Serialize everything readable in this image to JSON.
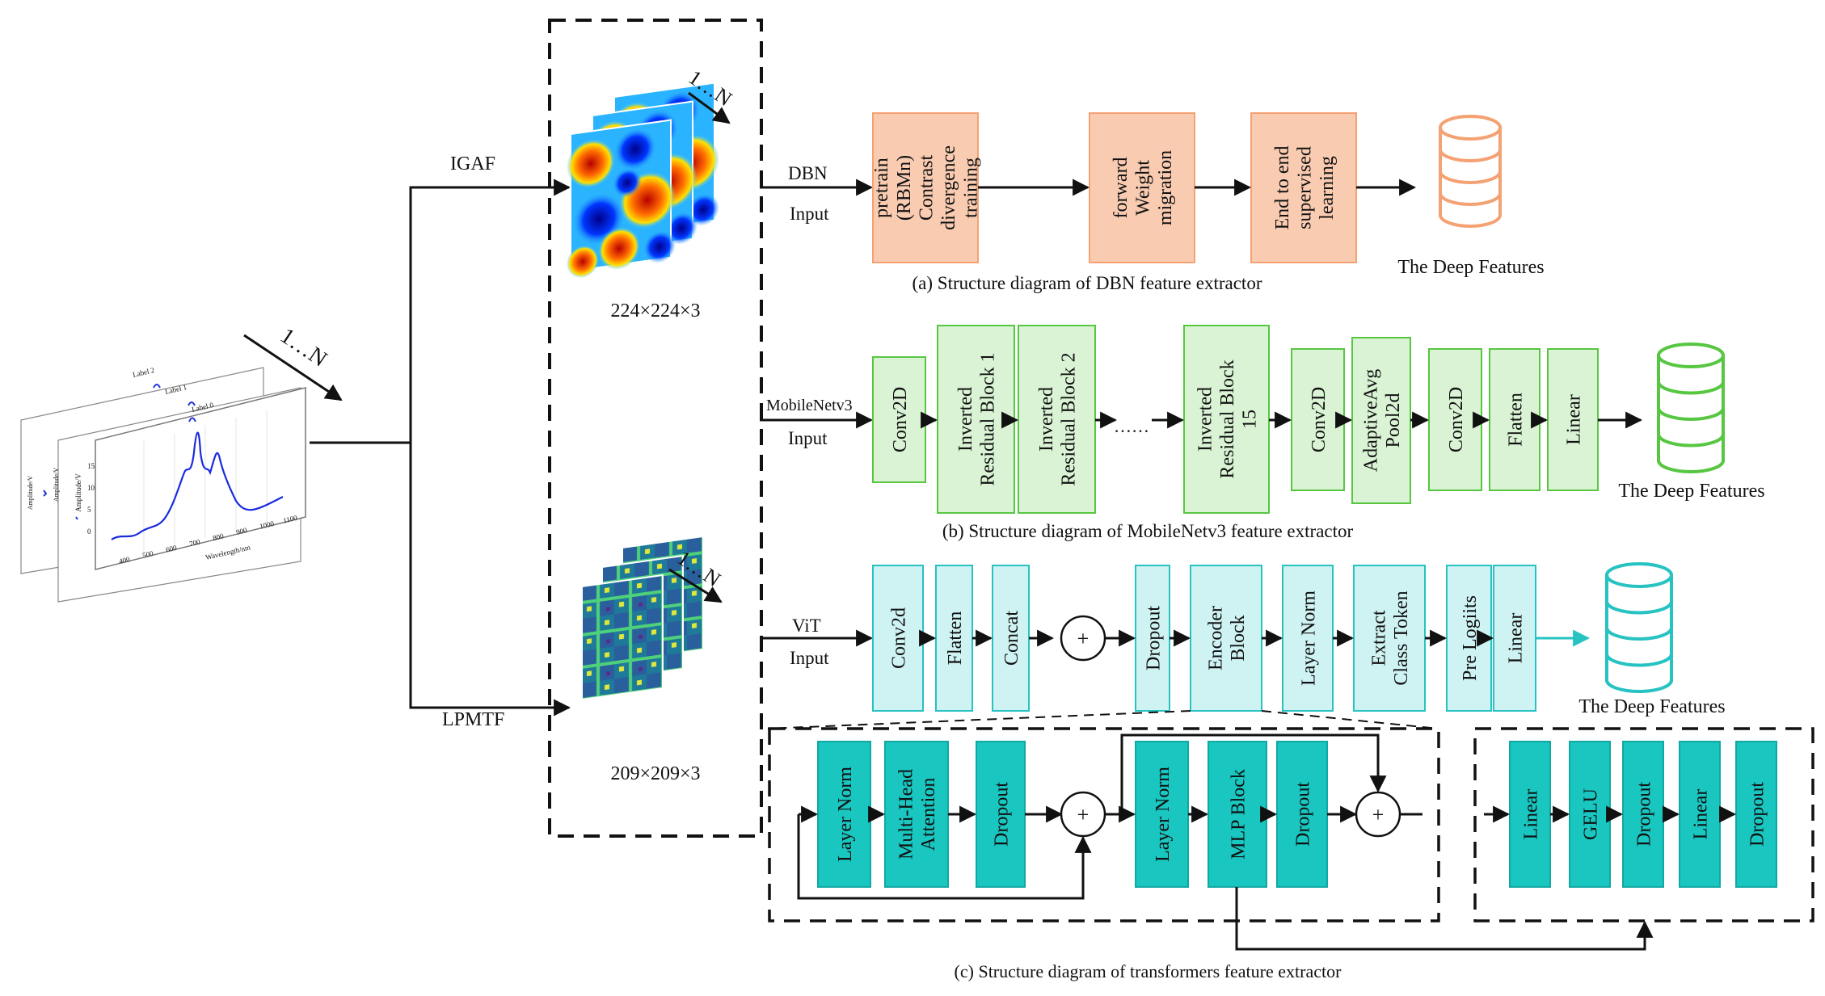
{
  "spectra": {
    "stack_label": "1…N",
    "labels": [
      "Label 2",
      "Label 1",
      "Label 0"
    ],
    "y_axis": "Amplitude/V",
    "x_axis": "Wavelength/nm",
    "y_ticks": [
      "15",
      "10",
      "5",
      "0"
    ],
    "x_ticks": [
      "400",
      "500",
      "600",
      "700",
      "800",
      "900",
      "1000",
      "1100"
    ]
  },
  "branches": {
    "igaf": "IGAF",
    "lpmtf": "LPMTF",
    "igaf_size": "224×224×3",
    "lpmtf_size": "209×209×3",
    "stack_label": "1…N"
  },
  "dbn": {
    "input_name": "DBN",
    "input_word": "Input",
    "blocks": [
      [
        "pretrain",
        "(RBMn)",
        "Contrast",
        "divergence",
        "training"
      ],
      [
        "forward",
        "Weight",
        "migration"
      ],
      [
        "End to end",
        "supervised",
        "learning"
      ]
    ],
    "output": "The Deep Features",
    "caption": "(a) Structure diagram of DBN feature extractor",
    "color": "#f4a273"
  },
  "mobilenet": {
    "input_name": "MobileNetv3",
    "input_word": "Input",
    "blocks": [
      [
        "Conv2D"
      ],
      [
        "Inverted",
        "Residual Block 1"
      ],
      [
        "Inverted",
        "Residual Block 2"
      ],
      [
        "Inverted",
        "Residual Block",
        "15"
      ],
      [
        "Conv2D"
      ],
      [
        "AdaptiveAvg",
        "Pool2d"
      ],
      [
        "Conv2D"
      ],
      [
        "Flatten"
      ],
      [
        "Linear"
      ]
    ],
    "ellipsis": "……",
    "output": "The Deep Features",
    "caption": "(b) Structure diagram of MobileNetv3 feature extractor",
    "color": "#57c742"
  },
  "vit": {
    "input_name": "ViT",
    "input_word": "Input",
    "blocks": [
      [
        "Conv2d"
      ],
      [
        "Flatten"
      ],
      [
        "Concat"
      ],
      [
        "Dropout"
      ],
      [
        "Encoder",
        "Block"
      ],
      [
        "Layer Norm"
      ],
      [
        "Extract",
        "Class Token"
      ],
      [
        "Pre Logiits"
      ],
      [
        "Linear"
      ]
    ],
    "plus": "+",
    "output": "The Deep Features",
    "color": "#27c2c2"
  },
  "encoder": {
    "blocks": [
      [
        "Layer Norm"
      ],
      [
        "Multi-Head",
        "Attention"
      ],
      [
        "Dropout"
      ],
      [
        "Layer Norm"
      ],
      [
        "MLP Block"
      ],
      [
        "Dropout"
      ]
    ],
    "plus": "+",
    "color": "#19c6c0"
  },
  "mlp": {
    "blocks": [
      [
        "Linear"
      ],
      [
        "GELU"
      ],
      [
        "Dropout"
      ],
      [
        "Linear"
      ],
      [
        "Dropout"
      ]
    ]
  },
  "caption_c": "(c) Structure diagram of transformers feature extractor"
}
